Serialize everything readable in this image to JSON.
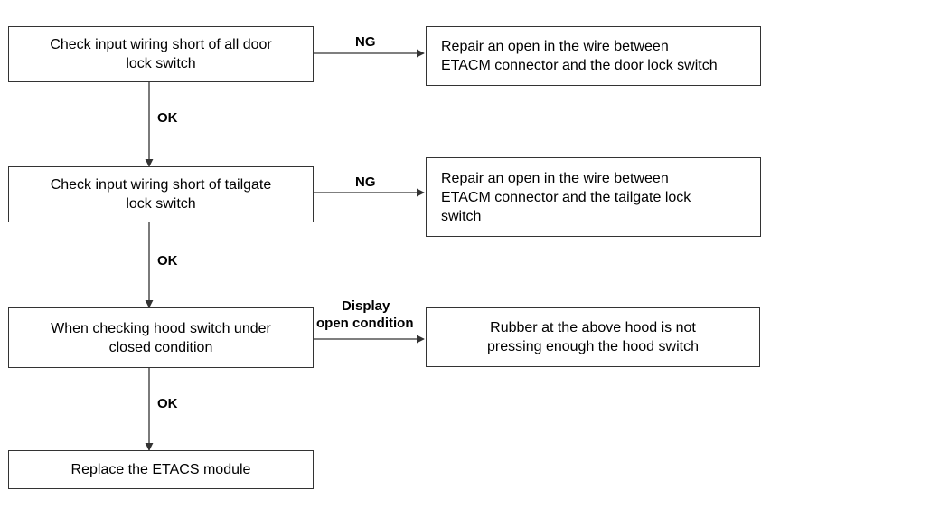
{
  "steps": [
    {
      "text": "Check input wiring short of all door\nlock switch"
    },
    {
      "text": "Check input wiring short of tailgate\nlock switch"
    },
    {
      "text": "When checking hood switch under\nclosed condition"
    },
    {
      "text": "Replace the ETACS module"
    }
  ],
  "outcomes": [
    {
      "text": "Repair an open in the wire between\nETACM connector and the door lock switch"
    },
    {
      "text": "Repair an open in the wire between\nETACM connector and the tailgate lock\nswitch"
    },
    {
      "text": "Rubber at the above hood is not\npressing enough the hood switch"
    }
  ],
  "branch_labels": {
    "ng_1": "NG",
    "ng_2": "NG",
    "display_open_1": "Display",
    "display_open_2": "open condition"
  },
  "flow_labels": {
    "ok_1": "OK",
    "ok_2": "OK",
    "ok_3": "OK"
  },
  "colors": {
    "line": "#333333",
    "box_border": "#333333"
  }
}
